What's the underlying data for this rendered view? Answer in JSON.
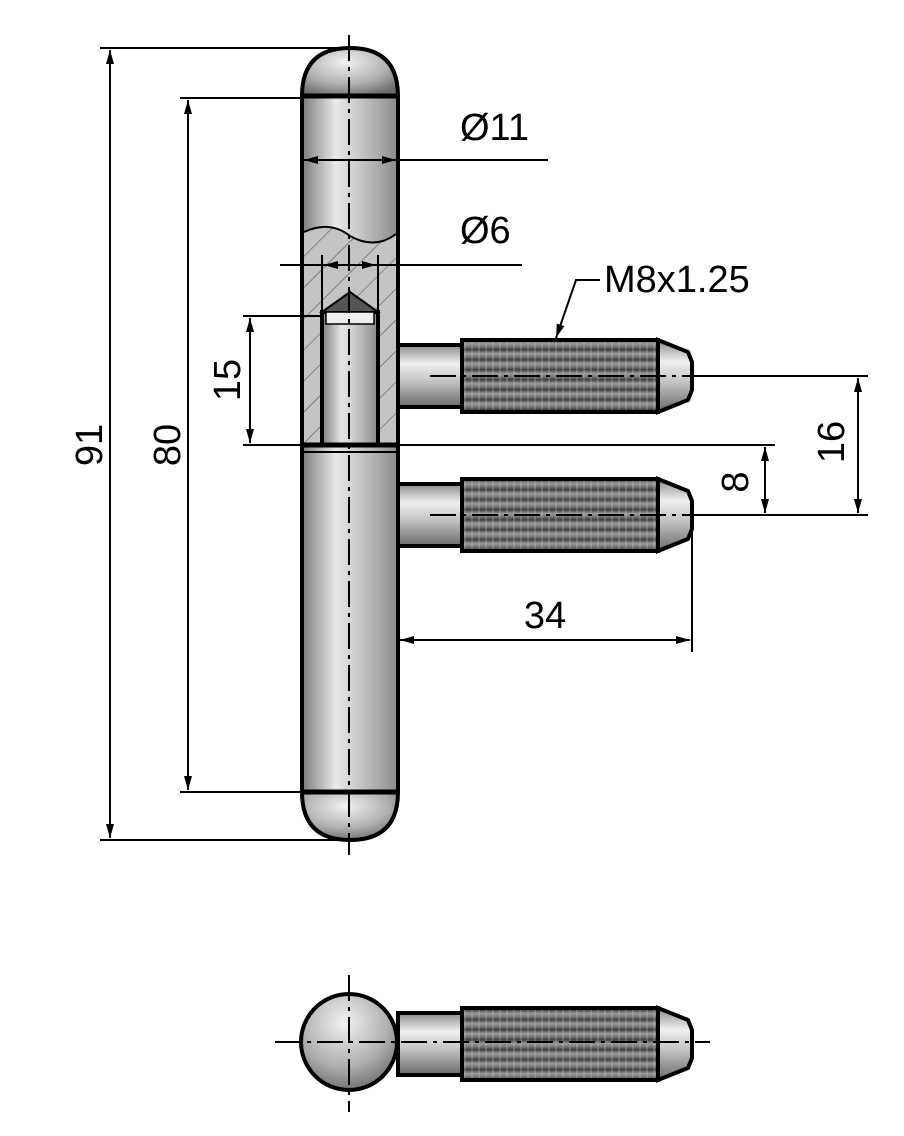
{
  "drawing": {
    "dimensions": {
      "overall_length": "91",
      "barrel_length": "80",
      "pin_depth": "15",
      "barrel_diameter": "Ø11",
      "pin_diameter": "Ø6",
      "thread": "M8x1.25",
      "bolt_spacing_total": "16",
      "bolt_spacing": "8",
      "bolt_length": "34"
    },
    "colors": {
      "line": "#000000",
      "metal_light": "#e6e6e6",
      "metal_dark": "#8a8a8a",
      "section": "#c4c4c4",
      "thread": "#6e6e6e"
    }
  }
}
